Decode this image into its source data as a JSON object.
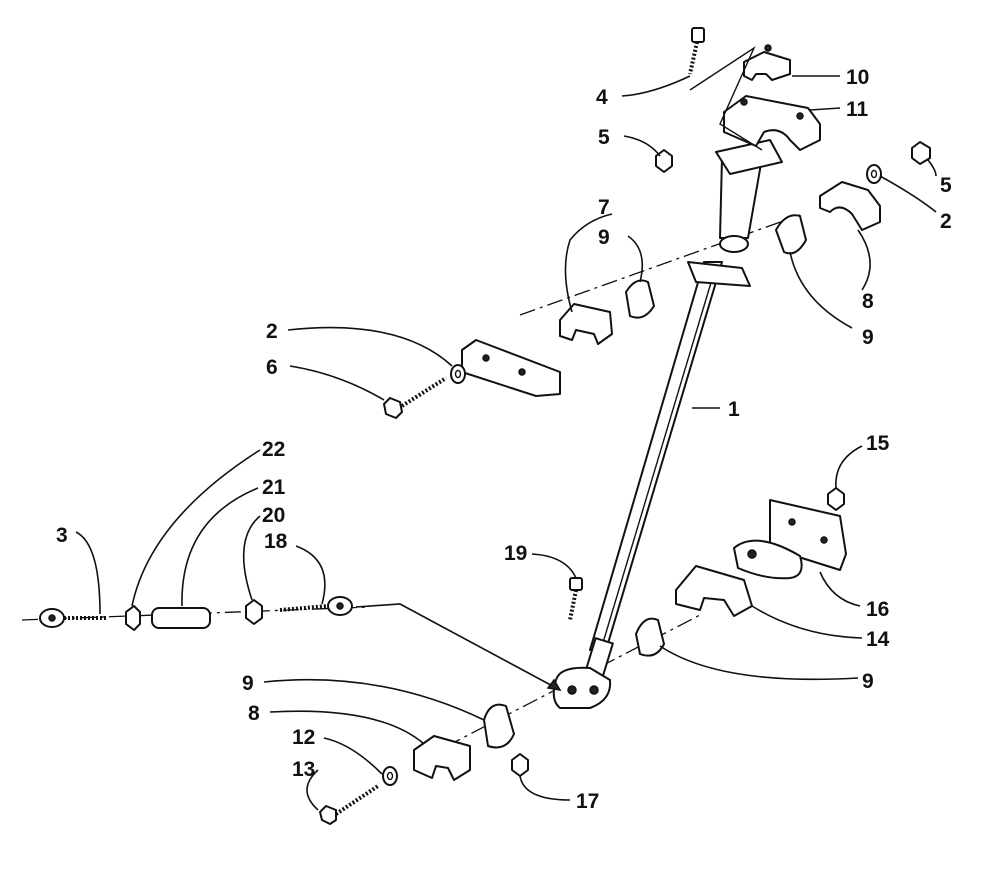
{
  "callouts": [
    {
      "id": "c1",
      "text": "1"
    },
    {
      "id": "c2a",
      "text": "2"
    },
    {
      "id": "c2b",
      "text": "2"
    },
    {
      "id": "c3",
      "text": "3"
    },
    {
      "id": "c4",
      "text": "4"
    },
    {
      "id": "c5a",
      "text": "5"
    },
    {
      "id": "c5b",
      "text": "5"
    },
    {
      "id": "c6",
      "text": "6"
    },
    {
      "id": "c7",
      "text": "7"
    },
    {
      "id": "c8a",
      "text": "8"
    },
    {
      "id": "c8b",
      "text": "8"
    },
    {
      "id": "c9a",
      "text": "9"
    },
    {
      "id": "c9b",
      "text": "9"
    },
    {
      "id": "c9c",
      "text": "9"
    },
    {
      "id": "c9d",
      "text": "9"
    },
    {
      "id": "c10",
      "text": "10"
    },
    {
      "id": "c11",
      "text": "11"
    },
    {
      "id": "c12",
      "text": "12"
    },
    {
      "id": "c13",
      "text": "13"
    },
    {
      "id": "c14",
      "text": "14"
    },
    {
      "id": "c15",
      "text": "15"
    },
    {
      "id": "c16",
      "text": "16"
    },
    {
      "id": "c17",
      "text": "17"
    },
    {
      "id": "c18",
      "text": "18"
    },
    {
      "id": "c19",
      "text": "19"
    },
    {
      "id": "c20",
      "text": "20"
    },
    {
      "id": "c21",
      "text": "21"
    },
    {
      "id": "c22",
      "text": "22"
    }
  ]
}
